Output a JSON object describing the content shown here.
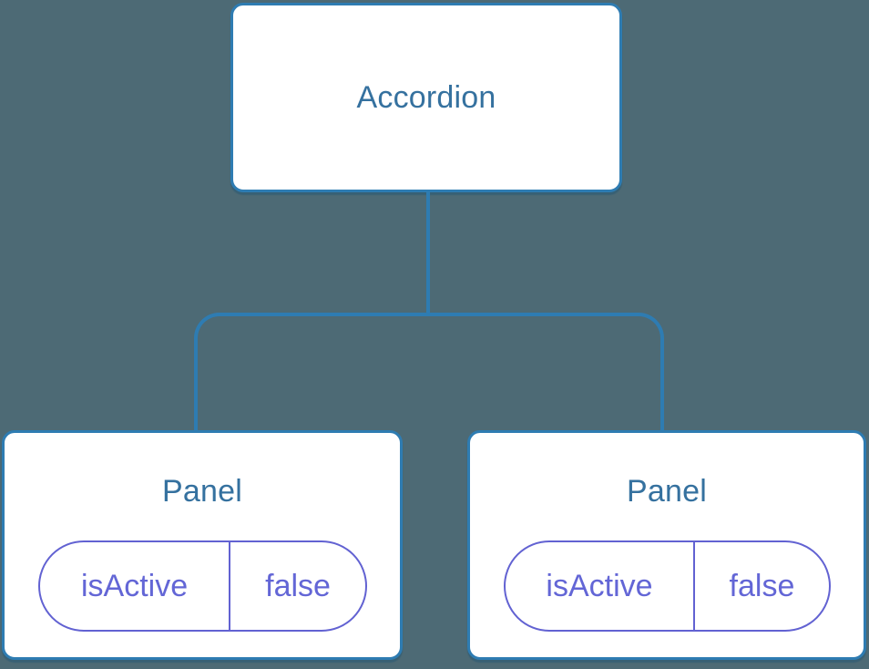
{
  "diagram": {
    "type": "component-tree",
    "root": {
      "label": "Accordion"
    },
    "children": [
      {
        "label": "Panel",
        "state": {
          "key": "isActive",
          "value": "false"
        }
      },
      {
        "label": "Panel",
        "state": {
          "key": "isActive",
          "value": "false"
        }
      }
    ],
    "colors": {
      "background": "#4d6a75",
      "connector": "#2e7cb2",
      "node_border": "#2e7cb2",
      "node_fill": "#ffffff",
      "node_text": "#35719f",
      "state_accent": "#6262d2"
    }
  }
}
